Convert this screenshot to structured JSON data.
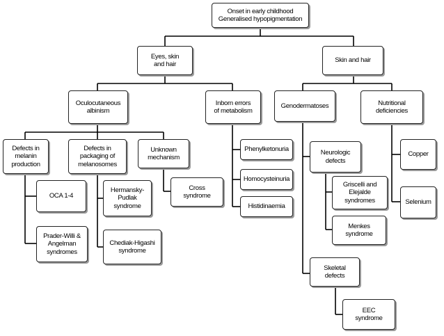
{
  "nodes": {
    "root": "Onset in early childhood\nGeneralised hypopigmentation",
    "eyes_skin_hair": "Eyes, skin\nand hair",
    "skin_hair": "Skin and hair",
    "oculocutaneous_albinism": "Oculocutaneous\nalbinism",
    "inborn_errors": "Inborn errors\nof metabolism",
    "genodermatoses": "Genodermatoses",
    "nutritional_deficiencies": "Nutritional\ndeficiencies",
    "defects_melanin_production": "Defects in\nmelanin\nproduction",
    "defects_packaging_melanosomes": "Defects in\npackaging of\nmelanosomes",
    "unknown_mechanism": "Unknown\nmechanism",
    "oca_1_4": "OCA 1-4",
    "prader_willi_angelman": "Prader-Willi &\nAngelman\nsyndromes",
    "hermansky_pudlak": "Hermansky-\nPudlak\nsyndrome",
    "chediak_higashi": "Chediak-Higashi\nsyndrome",
    "cross_syndrome": "Cross\nsyndrome",
    "phenylketonuria": "Phenylketonuria",
    "homocysteinuria": "Homocysteinuria",
    "histidinaemia": "Histidinaemia",
    "neurologic_defects": "Neurologic\ndefects",
    "griscelli_elejalde": "Griscelli and\nElejalde\nsyndromes",
    "menkes_syndrome": "Menkes\nsyndrome",
    "skeletal_defects": "Skeletal\ndefects",
    "eec_syndrome": "EEC\nsyndrome",
    "copper": "Copper",
    "selenium": "Selenium"
  }
}
